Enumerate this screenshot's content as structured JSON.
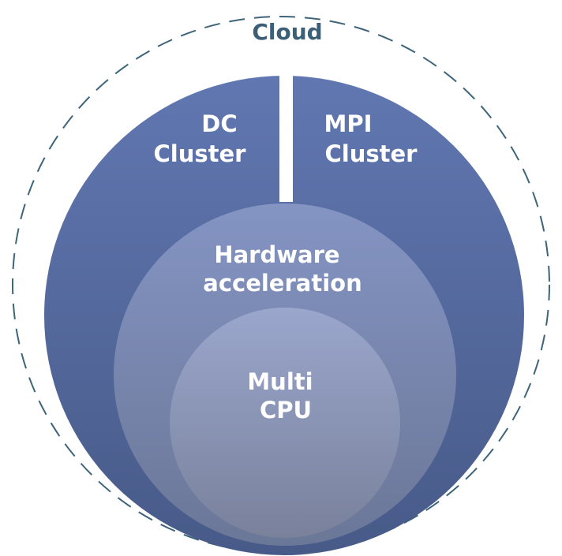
{
  "diagram": {
    "outer_ring": {
      "label": "Cloud"
    },
    "left_segment": {
      "lines": [
        "DC",
        "Cluster"
      ]
    },
    "right_segment": {
      "lines": [
        "MPI",
        "Cluster"
      ]
    },
    "middle_circle": {
      "lines": [
        "Hardware",
        "acceleration"
      ]
    },
    "inner_circle": {
      "lines": [
        "Multi",
        "CPU"
      ]
    }
  },
  "colors": {
    "cloud_label": "#3c5f78",
    "dashed_ring": "#3e6479",
    "outer_fill_top": "#6177b1",
    "outer_fill_bottom": "#475a88",
    "middle_fill_top": "#8494c3",
    "middle_fill_bottom": "#6b7797",
    "inner_fill_top": "#9aa6cc",
    "inner_fill_bottom": "#79819b",
    "text_light": "#ffffff",
    "divider": "#ffffff"
  }
}
